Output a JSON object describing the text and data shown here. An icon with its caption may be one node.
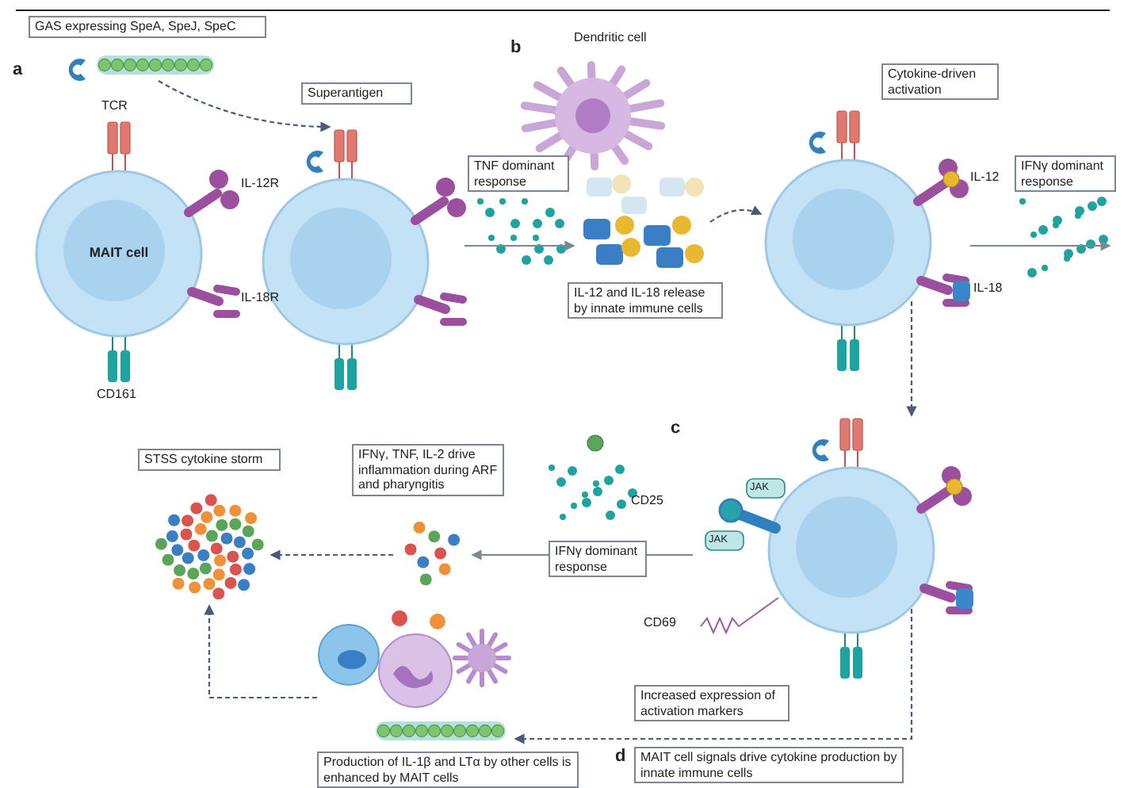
{
  "diagram": {
    "nodes": [
      {
        "text": [
          "MAIT cell"
        ]
      },
      {
        "text": [],
        "shape": "picture",
        "beside": [
          "GAS expressing SpeA, SpeJ, SpeC"
        ]
      },
      {
        "text": [],
        "shape": "circle",
        "beside": [
          "Superantigen"
        ]
      },
      {
        "text": [],
        "shape": "picture",
        "beside": [
          "IL-12 and IL-18 release by innate immune cells"
        ]
      },
      {
        "text": [],
        "shape": "circle",
        "beside": [
          "Cytokine-driven activation"
        ]
      },
      {
        "text": [],
        "shape": "circle",
        "beside": [
          "Increased expression of activation markers"
        ]
      },
      {
        "text": [],
        "shape": "picture",
        "beside": [
          "IFNγ, TNF, IL-2 drive inflammation during ARF and pharyngitis"
        ]
      },
      {
        "text": [],
        "shape": "picture",
        "beside": [
          "STSS cytokine storm"
        ]
      },
      {
        "text": [],
        "shape": "picture",
        "beside": [
          "Production of IL-1β and LTα by other cells is enhanced by MAIT cells"
        ]
      }
    ],
    "edges": [
      {
        "from": 1,
        "to": 2,
        "arrow": "to",
        "style": "dashed"
      },
      {
        "from": 2,
        "to": 3,
        "arrow": "to",
        "label": "TNF dominant response"
      },
      {
        "from": 3,
        "to": 4,
        "arrow": "to",
        "style": "dashed"
      },
      {
        "from": 4,
        "to": null,
        "arrow": "to",
        "label": "IFNγ dominant response"
      },
      {
        "from": 4,
        "to": 5,
        "arrow": "to",
        "style": "dashed"
      },
      {
        "from": 5,
        "to": 6,
        "arrow": "to",
        "label": "IFNγ dominant response"
      },
      {
        "from": 6,
        "to": 7,
        "arrow": "to",
        "style": "dashed"
      },
      {
        "from": 5,
        "to": 8,
        "arrow": "to",
        "style": "dashed",
        "label": "MAIT cell signals drive cytokine production by innate immune cells"
      },
      {
        "from": 8,
        "to": 7,
        "arrow": "to",
        "style": "dashed"
      }
    ],
    "labels": [
      "a",
      "TCR",
      "IL-12R",
      "IL-18R",
      "CD161",
      "Dendritic cell",
      "b",
      "IL-12",
      "IL-18",
      "c",
      "CD25",
      "JAK",
      "JAK",
      "CD69",
      "d"
    ]
  }
}
